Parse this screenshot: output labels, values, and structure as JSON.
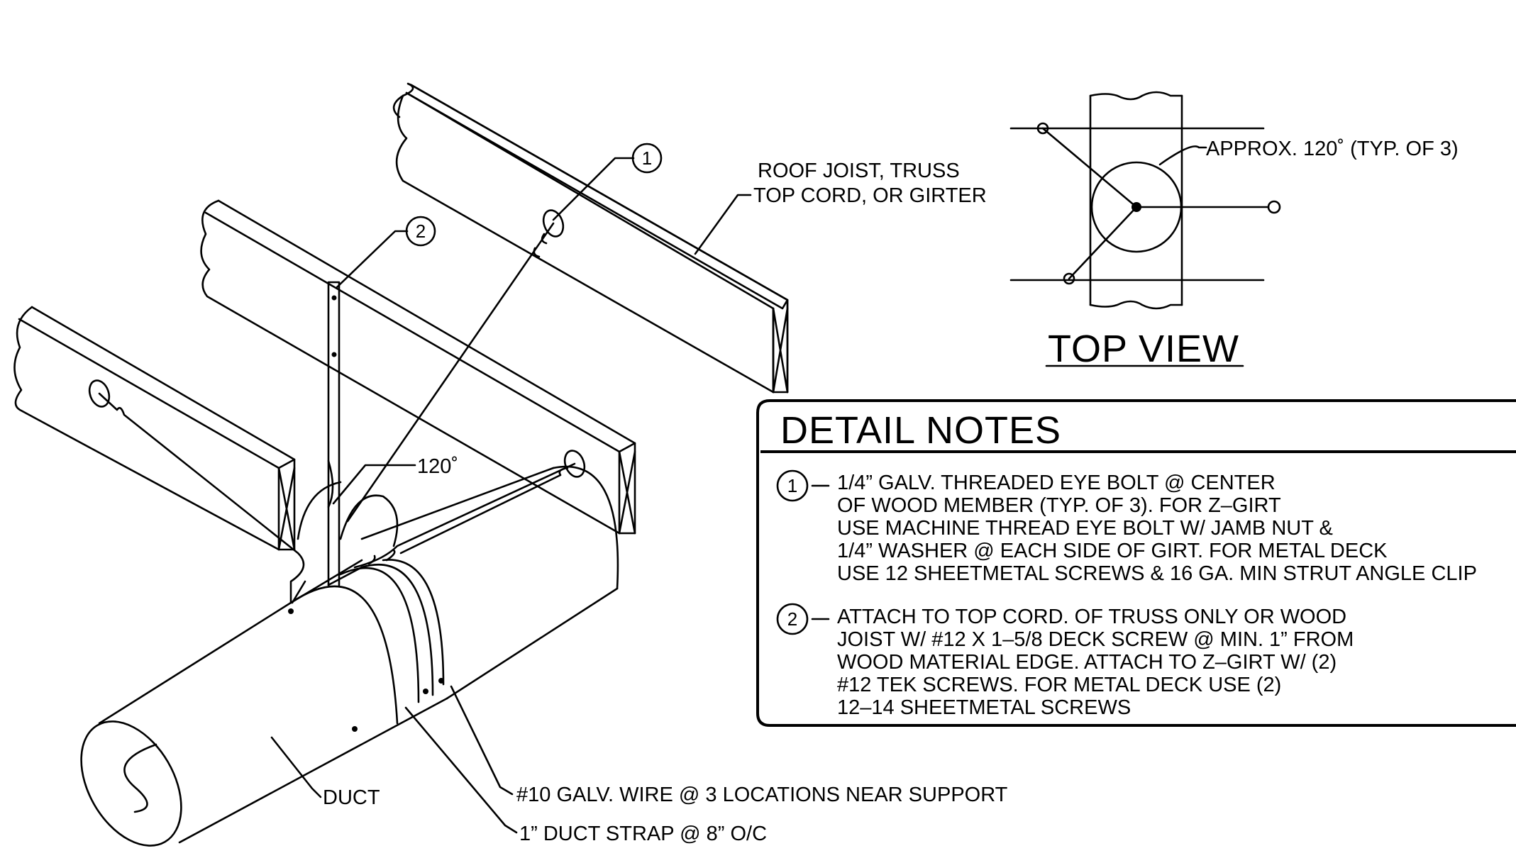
{
  "labels": {
    "roof_joist_line1": "ROOF JOIST, TRUSS",
    "roof_joist_line2": "TOP CORD, OR GIRTER",
    "angle": "120˚",
    "duct": "DUCT",
    "wire": "#10 GALV. WIRE @ 3 LOCATIONS NEAR SUPPORT",
    "strap": "1” DUCT STRAP @ 8” O/C",
    "approx": "APPROX. 120˚ (TYP. OF 3)",
    "callout_1": "1",
    "callout_2": "2"
  },
  "top_view": {
    "title": "TOP VIEW"
  },
  "detail_notes": {
    "title": "DETAIL NOTES",
    "note1": {
      "number": "1",
      "lines": [
        "1/4” GALV. THREADED EYE BOLT @ CENTER",
        "OF WOOD MEMBER (TYP. OF 3).   FOR Z–GIRT",
        "USE MACHINE THREAD EYE BOLT W/ JAMB NUT &",
        "1/4” WASHER @ EACH SIDE OF GIRT. FOR METAL DECK",
        "USE 12 SHEETMETAL SCREWS & 16 GA. MIN STRUT ANGLE CLIP"
      ]
    },
    "note2": {
      "number": "2",
      "lines": [
        "ATTACH TO TOP CORD. OF TRUSS ONLY OR WOOD",
        "JOIST W/ #12 X 1–5/8 DECK SCREW @ MIN. 1” FROM",
        "WOOD MATERIAL EDGE.  ATTACH TO Z–GIRT W/ (2)",
        "#12 TEK SCREWS. FOR METAL DECK USE (2)",
        "12–14 SHEETMETAL SCREWS"
      ]
    }
  }
}
